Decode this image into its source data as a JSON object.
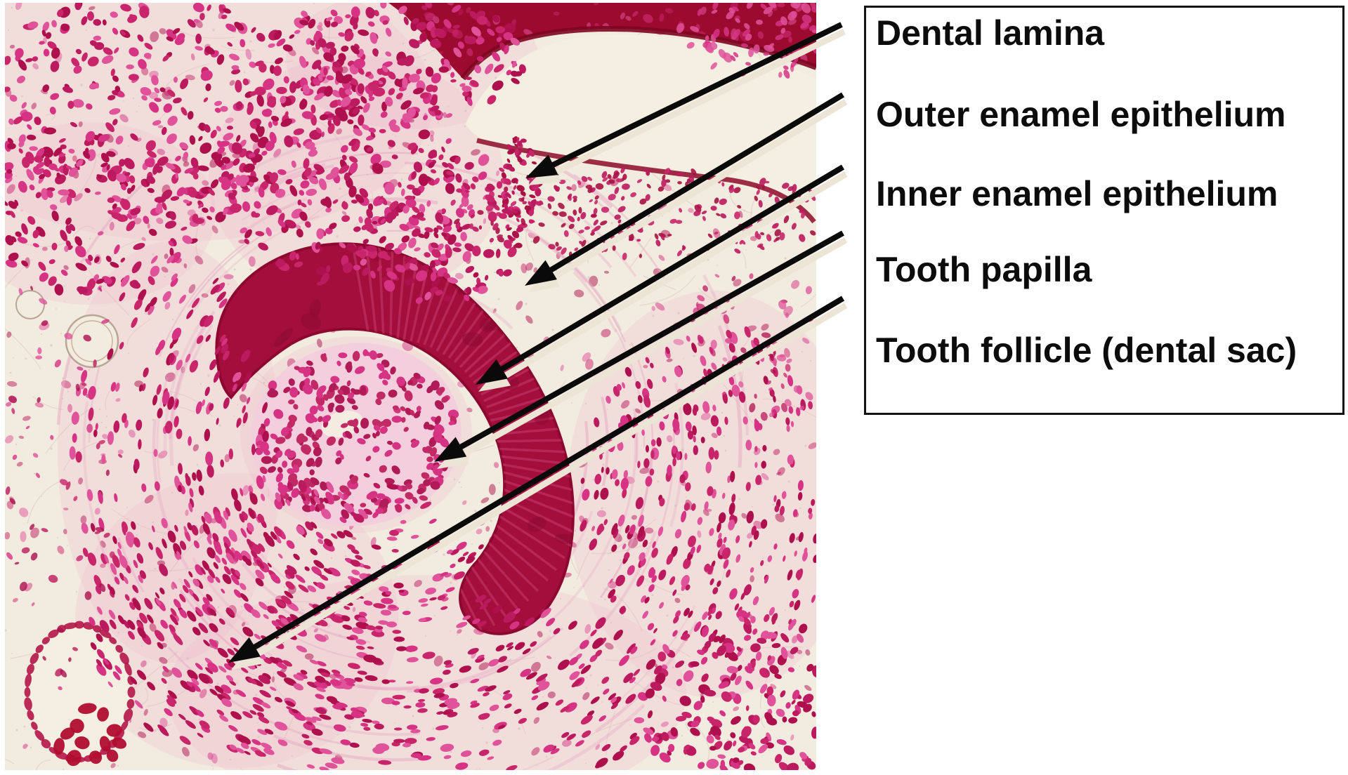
{
  "page": {
    "background": "#ffffff"
  },
  "micrograph": {
    "subject": "developing tooth germ, stained section",
    "palette": {
      "background_ivory": "#f2ebdf",
      "lumen_ivory": "#f5efe2",
      "nucleus_magenta": "#d63384",
      "dense_crimson": "#a30e3c",
      "epithelium_dark_red": "#9c0b2f",
      "deep_red_edge": "#7d0620"
    }
  },
  "legend": {
    "border_color": "#141414",
    "text_color": "#0c0c0c",
    "labels": [
      "Dental lamina",
      "Outer enamel epithelium",
      "Inner enamel epithelium",
      "Tooth papilla",
      "Tooth follicle (dental sac)"
    ]
  },
  "arrows": {
    "color": "#0a0a0a",
    "shadow_color": "#ece5d6",
    "items": [
      {
        "label": "Dental lamina",
        "start": [
          1198,
          35
        ],
        "tip": [
          748,
          254
        ]
      },
      {
        "label": "Outer enamel epithelium",
        "start": [
          1200,
          135
        ],
        "tip": [
          747,
          407
        ]
      },
      {
        "label": "Inner enamel epithelium",
        "start": [
          1200,
          238
        ],
        "tip": [
          677,
          548
        ]
      },
      {
        "label": "Tooth papilla",
        "start": [
          1200,
          332
        ],
        "tip": [
          618,
          658
        ]
      },
      {
        "label": "Tooth follicle (dental sac)",
        "start": [
          1200,
          425
        ],
        "tip": [
          325,
          944
        ]
      }
    ]
  }
}
